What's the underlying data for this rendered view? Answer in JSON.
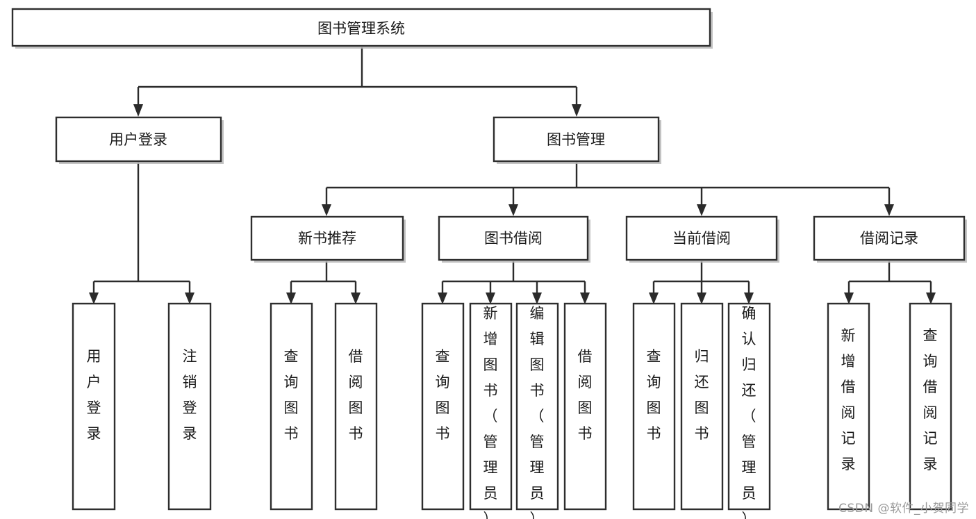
{
  "diagram": {
    "type": "tree-flowchart",
    "title": "图书管理系统",
    "watermark": "CSDN @软件_小贺同学",
    "colors": {
      "stroke": "#2e2e2e",
      "fill": "#ffffff",
      "text": "#1a1a1a",
      "watermark": "#9a9a9a",
      "shadow": "#b9b9b9"
    },
    "levels": {
      "level1": {
        "label": "图书管理系统"
      },
      "level2": [
        {
          "id": "user-login",
          "label": "用户登录"
        },
        {
          "id": "book-manage",
          "label": "图书管理"
        }
      ],
      "level3": [
        {
          "id": "new-book-rec",
          "label": "新书推荐"
        },
        {
          "id": "book-borrow",
          "label": "图书借阅"
        },
        {
          "id": "current-borrow",
          "label": "当前借阅"
        },
        {
          "id": "borrow-record",
          "label": "借阅记录"
        }
      ],
      "level4": [
        {
          "id": "leaf-user-login",
          "parent": "user-login",
          "label": "用户登录"
        },
        {
          "id": "leaf-logout",
          "parent": "user-login",
          "label": "注销登录"
        },
        {
          "id": "leaf-query-book-1",
          "parent": "new-book-rec",
          "label": "查询图书"
        },
        {
          "id": "leaf-borrow-book-1",
          "parent": "new-book-rec",
          "label": "借阅图书"
        },
        {
          "id": "leaf-query-book-2",
          "parent": "book-borrow",
          "label": "查询图书"
        },
        {
          "id": "leaf-add-book",
          "parent": "book-borrow",
          "label": "新增图书（管理员）"
        },
        {
          "id": "leaf-edit-book",
          "parent": "book-borrow",
          "label": "编辑图书（管理员）"
        },
        {
          "id": "leaf-borrow-book-2",
          "parent": "book-borrow",
          "label": "借阅图书"
        },
        {
          "id": "leaf-query-book-3",
          "parent": "current-borrow",
          "label": "查询图书"
        },
        {
          "id": "leaf-return-book",
          "parent": "current-borrow",
          "label": "归还图书"
        },
        {
          "id": "leaf-confirm-return",
          "parent": "current-borrow",
          "label": "确认归还（管理员）"
        },
        {
          "id": "leaf-add-record",
          "parent": "borrow-record",
          "label": "新增借阅记录"
        },
        {
          "id": "leaf-query-record",
          "parent": "borrow-record",
          "label": "查询借阅记录"
        }
      ]
    }
  }
}
